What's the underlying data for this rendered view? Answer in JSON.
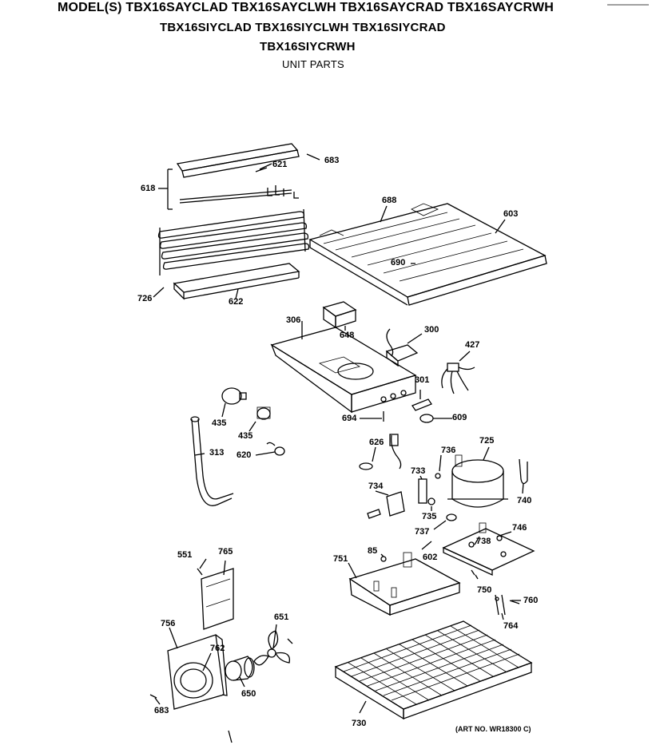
{
  "header": {
    "line1": "MODEL(S) TBX16SAYCLAD  TBX16SAYCLWH  TBX16SAYCRAD  TBX16SAYCRWH",
    "line2": "TBX16SIYCLAD  TBX16SIYCLWH  TBX16SIYCRAD",
    "line3": "TBX16SIYCRWH",
    "subtitle": "UNIT PARTS"
  },
  "callouts": [
    {
      "id": "c683a",
      "text": "683"
    },
    {
      "id": "c621",
      "text": "621"
    },
    {
      "id": "c618",
      "text": "618"
    },
    {
      "id": "c688",
      "text": "688"
    },
    {
      "id": "c603",
      "text": "603"
    },
    {
      "id": "c690",
      "text": "690"
    },
    {
      "id": "c726",
      "text": "726"
    },
    {
      "id": "c622",
      "text": "622"
    },
    {
      "id": "c306",
      "text": "306"
    },
    {
      "id": "c648",
      "text": "648"
    },
    {
      "id": "c300",
      "text": "300"
    },
    {
      "id": "c427",
      "text": "427"
    },
    {
      "id": "c301",
      "text": "301"
    },
    {
      "id": "c694",
      "text": "694"
    },
    {
      "id": "c609",
      "text": "609"
    },
    {
      "id": "c435a",
      "text": "435"
    },
    {
      "id": "c435b",
      "text": "435"
    },
    {
      "id": "c313",
      "text": "313"
    },
    {
      "id": "c620",
      "text": "620"
    },
    {
      "id": "c626",
      "text": "626"
    },
    {
      "id": "c736",
      "text": "736"
    },
    {
      "id": "c725",
      "text": "725"
    },
    {
      "id": "c733",
      "text": "733"
    },
    {
      "id": "c740",
      "text": "740"
    },
    {
      "id": "c734",
      "text": "734"
    },
    {
      "id": "c735",
      "text": "735"
    },
    {
      "id": "c737",
      "text": "737"
    },
    {
      "id": "c746",
      "text": "746"
    },
    {
      "id": "c738",
      "text": "738"
    },
    {
      "id": "c551",
      "text": "551"
    },
    {
      "id": "c765",
      "text": "765"
    },
    {
      "id": "c85",
      "text": "85"
    },
    {
      "id": "c602",
      "text": "602"
    },
    {
      "id": "c751",
      "text": "751"
    },
    {
      "id": "c750",
      "text": "750"
    },
    {
      "id": "c760",
      "text": "760"
    },
    {
      "id": "c764",
      "text": "764"
    },
    {
      "id": "c651",
      "text": "651"
    },
    {
      "id": "c756",
      "text": "756"
    },
    {
      "id": "c762",
      "text": "762"
    },
    {
      "id": "c650",
      "text": "650"
    },
    {
      "id": "c683b",
      "text": "683"
    },
    {
      "id": "c730",
      "text": "730"
    }
  ],
  "art_number": "(ART NO. WR18300 C)"
}
